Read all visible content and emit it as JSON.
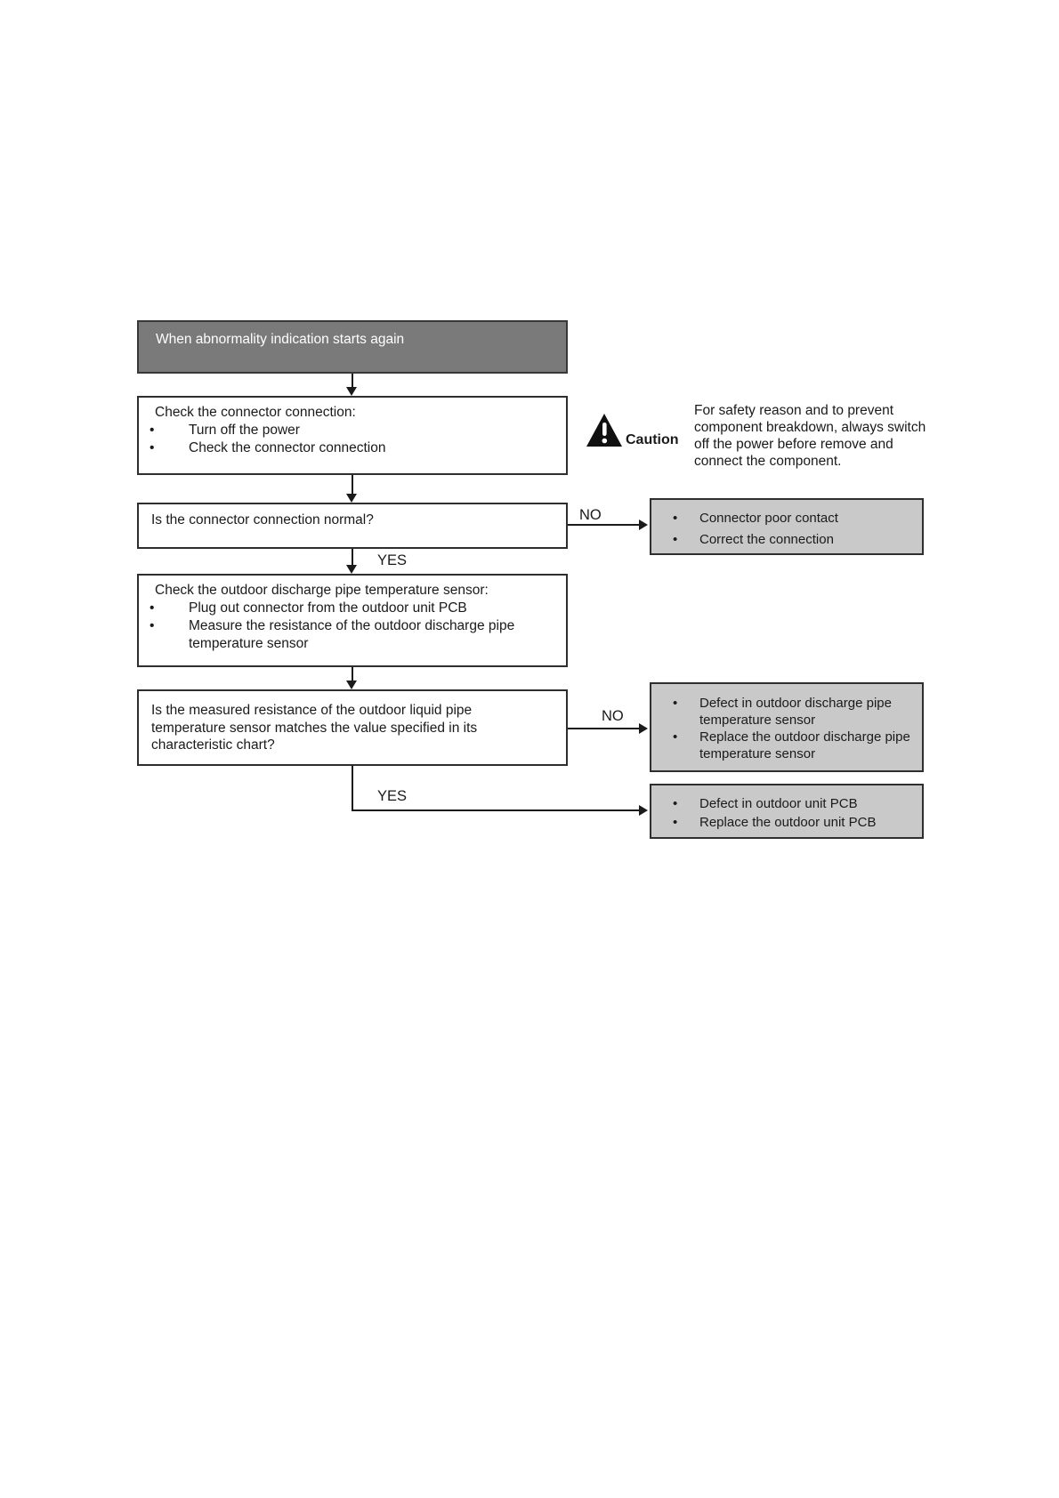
{
  "page": {
    "colors": {
      "header_bg": "#7a7a7a",
      "header_text": "#ffffff",
      "box_bg": "#ffffff",
      "result_box_bg": "#c9c9c9",
      "border": "#2e2e2e",
      "line": "#1a1a1a",
      "text": "#1a1a1a"
    }
  },
  "flow": {
    "start": {
      "label": "When abnormality indication starts again"
    },
    "step_check_connector": {
      "title": "Check the connector connection:",
      "bullets": [
        "Turn off the power",
        "Check the connector connection"
      ]
    },
    "q_connector": {
      "text": "Is the connector connection normal?"
    },
    "step_check_sensor": {
      "title": "Check the outdoor discharge pipe temperature sensor:",
      "bullets": [
        "Plug out connector from the outdoor unit PCB",
        "Measure the resistance of the outdoor discharge pipe temperature sensor"
      ]
    },
    "q_resistance": {
      "text": "Is the measured resistance of the outdoor liquid pipe temperature sensor matches the value specified in its characteristic chart?"
    },
    "result_connector": {
      "bullets": [
        "Connector poor contact",
        "Correct the connection"
      ]
    },
    "result_sensor": {
      "bullets": [
        "Defect in outdoor discharge pipe temperature sensor",
        "Replace the outdoor discharge pipe temperature sensor"
      ]
    },
    "result_pcb": {
      "bullets": [
        "Defect in outdoor unit PCB",
        "Replace the outdoor unit PCB"
      ]
    },
    "branch_labels": {
      "no1": "NO",
      "yes1": "YES",
      "no2": "NO",
      "yes2": "YES"
    }
  },
  "caution": {
    "label": "Caution",
    "lines": [
      "For safety reason and to prevent",
      "component breakdown, always switch",
      "off the power before remove and",
      "connect the component."
    ]
  }
}
